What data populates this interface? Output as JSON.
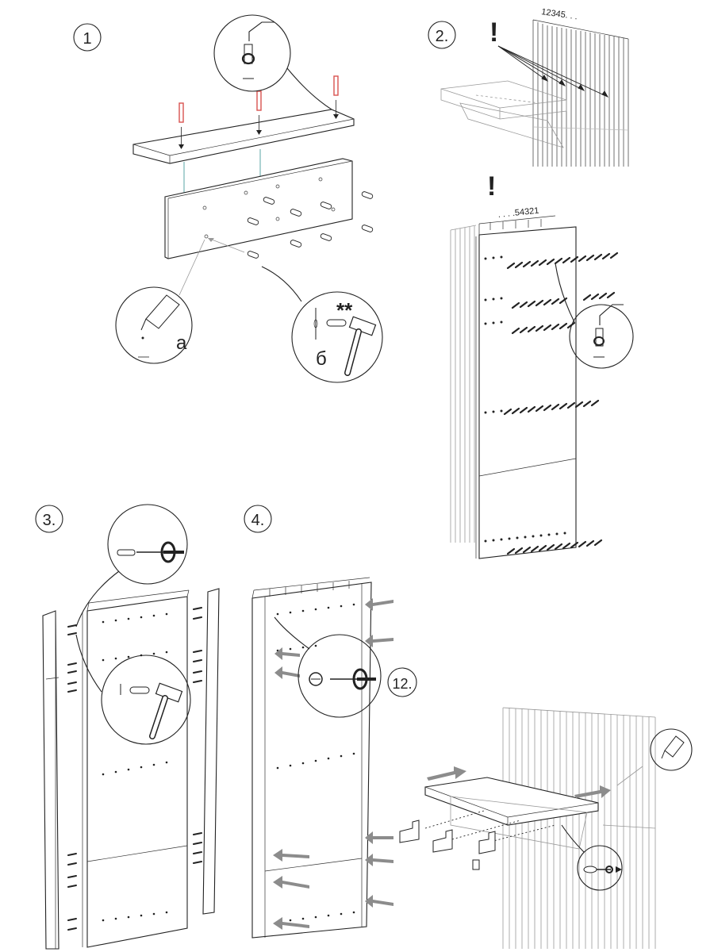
{
  "steps": [
    {
      "label": "1"
    },
    {
      "label": "2."
    },
    {
      "label": "3."
    },
    {
      "label": "4."
    },
    {
      "label": "12."
    }
  ],
  "callouts": {
    "glue_label": "a",
    "hammer_label": "б",
    "double_star": "**",
    "warning_top": "!",
    "warning_bottom": "!",
    "numbering_forward": "12345. . .",
    "numbering_reverse": ". . . .54321"
  },
  "colors": {
    "screw_red": "#d9534f",
    "guide_teal": "#5aa6a6",
    "arrow_grey": "#8c8c8c"
  }
}
